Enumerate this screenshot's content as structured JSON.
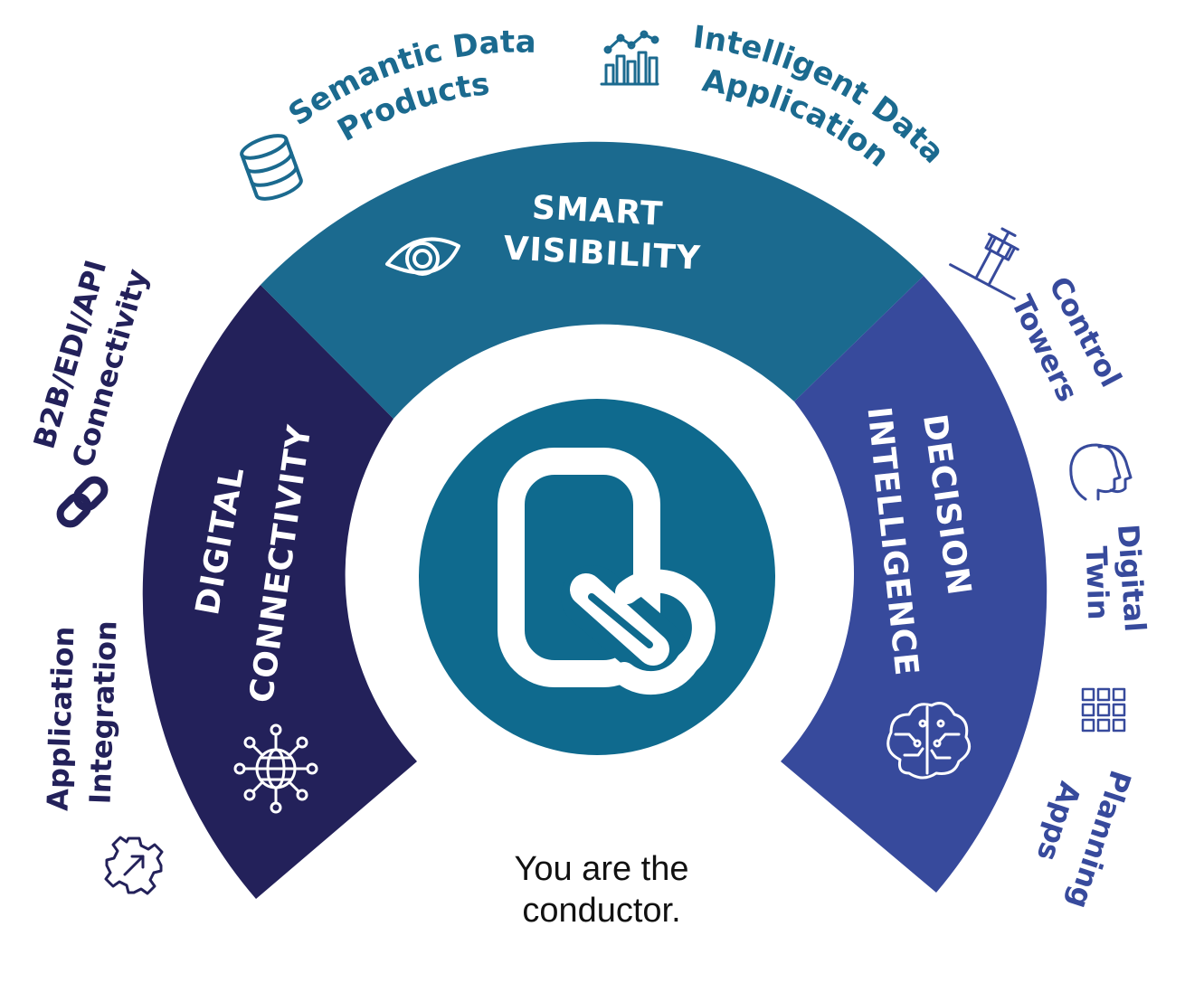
{
  "segments": {
    "digital_connectivity": {
      "line1": "DIGITAL",
      "line2": "CONNECTIVITY",
      "color": "#23215a"
    },
    "smart_visibility": {
      "line1": "SMART",
      "line2": "VISIBILITY",
      "color": "#1b6a8f"
    },
    "decision_intelligence": {
      "line1": "DECISION",
      "line2": "INTELLIGENCE",
      "color": "#374a9c"
    }
  },
  "outer_labels": {
    "semantic_data_products": {
      "line1": "Semantic Data",
      "line2": "Products",
      "color": "#1b6a8f"
    },
    "intelligent_data_application": {
      "line1": "Intelligent Data",
      "line2": "Application",
      "color": "#1b6a8f"
    },
    "b2b_connectivity": {
      "line1": "B2B/EDI/API",
      "line2": "Connectivity",
      "color": "#23215a"
    },
    "application_integration": {
      "line1": "Application",
      "line2": "Integration",
      "color": "#23215a"
    },
    "control_towers": {
      "line1": "Control",
      "line2": "Towers",
      "color": "#374a9c"
    },
    "digital_twin": {
      "line1": "Digital",
      "line2": "Twin",
      "color": "#374a9c"
    },
    "planning_apps": {
      "line1": "Planning",
      "line2": "Apps",
      "color": "#374a9c"
    }
  },
  "center": {
    "color": "#0f6a8e",
    "logo_icon": "chain-link-q-logo"
  },
  "caption": {
    "line1": "You are the",
    "line2": "conductor."
  }
}
